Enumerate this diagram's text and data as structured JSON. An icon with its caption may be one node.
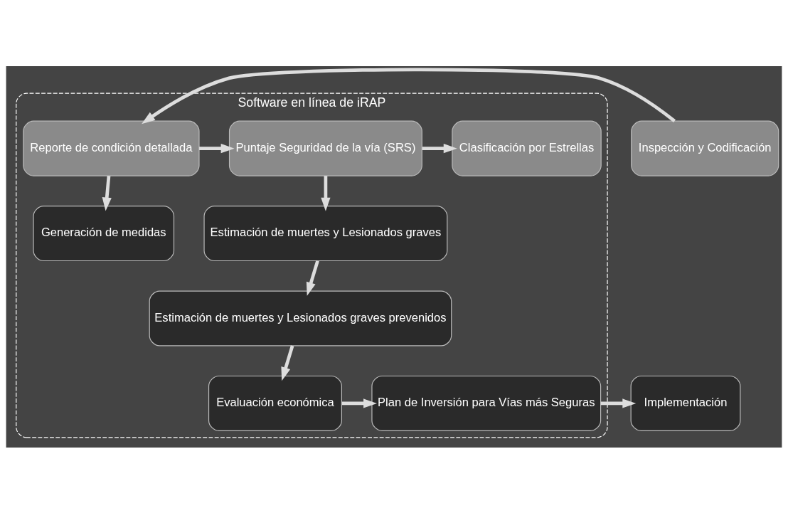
{
  "diagram": {
    "nodes": [
      {
        "text": [
          "Software en línea de iRAP"
        ]
      },
      {
        "text": [
          "Inspección y Codificación"
        ]
      },
      {
        "text": [
          "Reporte de condición detallada"
        ],
        "in": 0
      },
      {
        "text": [
          "Puntaje Seguridad de la vía (SRS)"
        ],
        "in": 0
      },
      {
        "text": [
          "Clasificación por Estrellas"
        ],
        "in": 0
      },
      {
        "text": [
          "Estimación de muertes y Lesionados graves"
        ],
        "in": 0
      },
      {
        "text": [
          "Generación de medidas"
        ],
        "in": 0
      },
      {
        "text": [
          "Estimación de muertes y Lesionados graves prevenidos"
        ],
        "in": 0
      },
      {
        "text": [
          "Evaluación económica"
        ],
        "in": 0
      },
      {
        "text": [
          "Plan de Inversión para Vías más Seguras"
        ],
        "in": 0
      },
      {
        "text": [
          "Implementación"
        ]
      }
    ],
    "edges": [
      {
        "from": 1,
        "to": 2,
        "arrow": "to"
      },
      {
        "from": 2,
        "to": 3,
        "arrow": "to"
      },
      {
        "from": 3,
        "to": 4,
        "arrow": "to"
      },
      {
        "from": 3,
        "to": 5,
        "arrow": "to"
      },
      {
        "from": 2,
        "to": 6,
        "arrow": "to"
      },
      {
        "from": 5,
        "to": 7,
        "arrow": "to"
      },
      {
        "from": 7,
        "to": 8,
        "arrow": "to"
      },
      {
        "from": 8,
        "to": 9,
        "arrow": "to"
      },
      {
        "from": 9,
        "to": 10,
        "arrow": "to"
      }
    ]
  }
}
